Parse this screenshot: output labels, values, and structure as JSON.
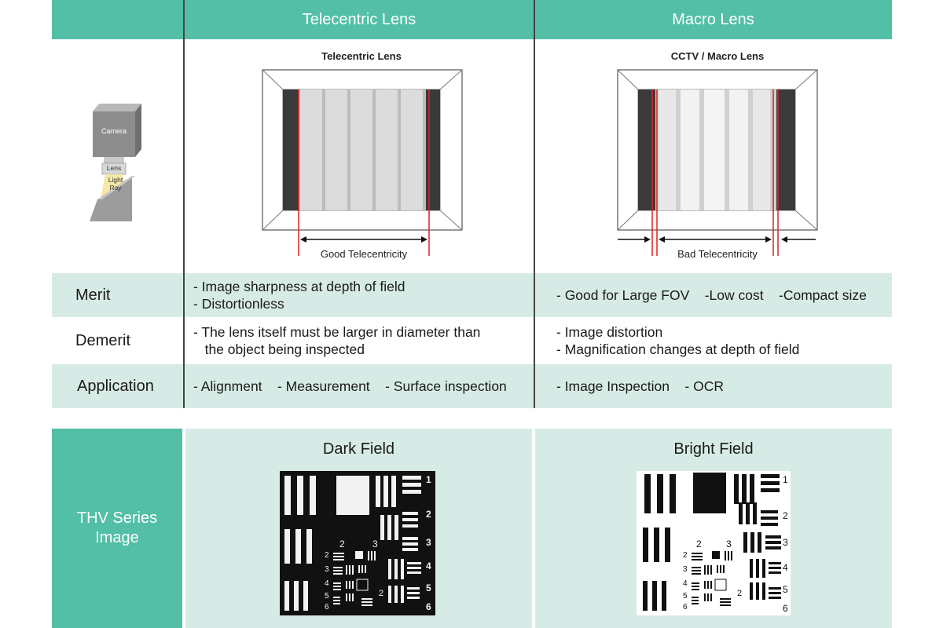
{
  "header": {
    "telecentric_title": "Telecentric Lens",
    "macro_title": "Macro Lens"
  },
  "camera_diagram": {
    "camera_label": "Camera",
    "lens_label": "Lens",
    "light_label_1": "Light",
    "light_label_2": "Ray"
  },
  "telecentric_diagram": {
    "title": "Telecentric Lens",
    "caption": "Good Telecentricity"
  },
  "macro_diagram": {
    "title": "CCTV / Macro Lens",
    "caption": "Bad Telecentricity"
  },
  "rows": {
    "merit": {
      "label": "Merit",
      "telecentric": [
        "- Image sharpness at depth of field",
        "- Distortionless"
      ],
      "macro": [
        "- Good for Large FOV    -Low cost    -Compact size"
      ]
    },
    "demerit": {
      "label": "Demerit",
      "telecentric": [
        "- The lens itself must be larger in diameter than",
        "   the object being inspected"
      ],
      "macro": [
        "- Image distortion",
        "- Magnification changes at depth of field"
      ]
    },
    "application": {
      "label": "Application",
      "telecentric": [
        "- Alignment    - Measurement    - Surface inspection"
      ],
      "macro": [
        "- Image Inspection    - OCR"
      ]
    }
  },
  "thv": {
    "label_line1": "THV Series",
    "label_line2": "Image",
    "dark_field_title": "Dark Field",
    "bright_field_title": "Bright Field"
  },
  "target_labels": {
    "side_numbers": [
      "1",
      "2",
      "3",
      "4",
      "5",
      "6"
    ],
    "inner_top": [
      "2",
      "3"
    ],
    "inner_left": [
      "2",
      "3",
      "4",
      "5",
      "6"
    ],
    "inner_small": "2"
  },
  "colors": {
    "header_teal": "#52bfa6",
    "row_tint": "#d7ebe6",
    "marker_red": "#e02020"
  }
}
